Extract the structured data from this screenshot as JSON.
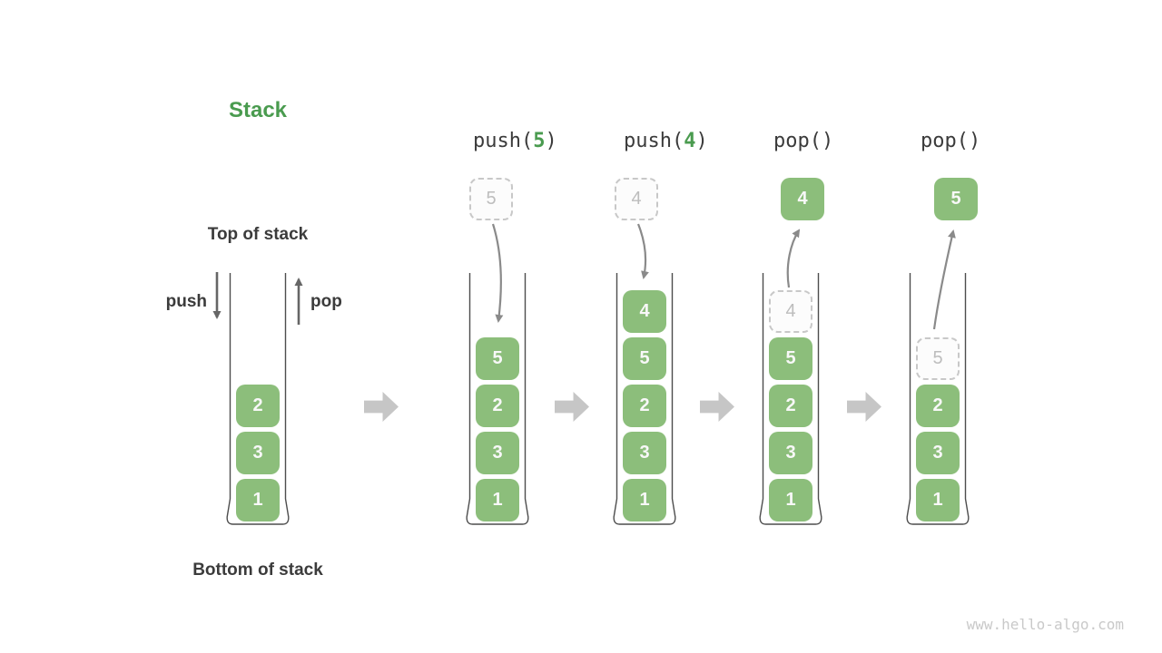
{
  "title": "Stack",
  "labels": {
    "top_of_stack": "Top of stack",
    "bottom_of_stack": "Bottom of stack",
    "push": "push",
    "pop": "pop"
  },
  "watermark": "www.hello-algo.com",
  "colors": {
    "box-green": "#8cbe7b",
    "accent-green": "#4a9b4f",
    "text-dark": "#3b3b3b",
    "arrow-gray": "#8a8a8a",
    "arrow-dark": "#666666",
    "block-arrow": "#c6c6c6",
    "ghost-border": "#c8c8c8",
    "ghost-text": "#bdbdbd",
    "ghost-fill": "#fcfcfc",
    "wall": "#4d4d4d",
    "watermark-gray": "#c9c9c9",
    "box-text": "#f8f8f8"
  },
  "operations": [
    {
      "prefix": "push(",
      "arg": "5",
      "suffix": ")"
    },
    {
      "prefix": "push(",
      "arg": "4",
      "suffix": ")"
    },
    {
      "prefix": "pop()",
      "arg": "",
      "suffix": ""
    },
    {
      "prefix": "pop()",
      "arg": "",
      "suffix": ""
    }
  ],
  "stacks": [
    {
      "boxes": [
        "2",
        "3",
        "1"
      ]
    },
    {
      "incoming": "5",
      "boxes": [
        "5",
        "2",
        "3",
        "1"
      ]
    },
    {
      "incoming": "4",
      "boxes": [
        "4",
        "5",
        "2",
        "3",
        "1"
      ]
    },
    {
      "popped": "4",
      "ghost": "4",
      "boxes": [
        "5",
        "2",
        "3",
        "1"
      ]
    },
    {
      "popped": "5",
      "ghost": "5",
      "boxes": [
        "2",
        "3",
        "1"
      ]
    }
  ]
}
